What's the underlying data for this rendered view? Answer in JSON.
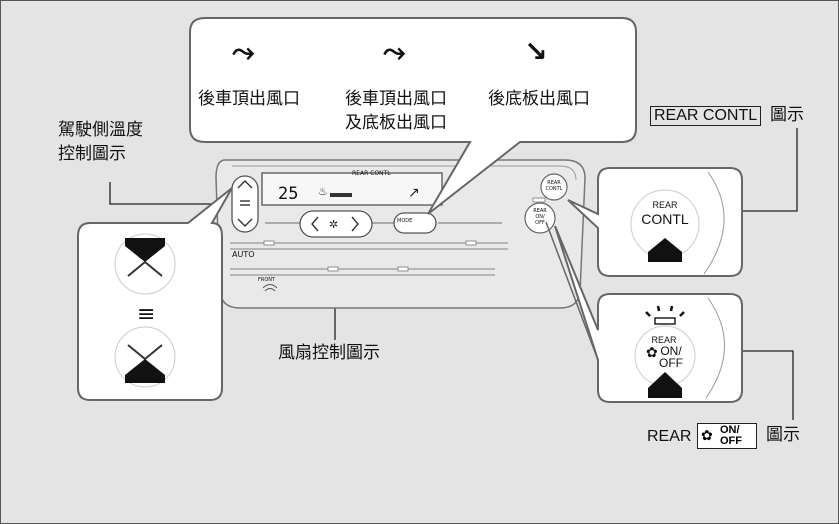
{
  "labels": {
    "driver_temp": [
      "駕駛側溫度",
      "控制圖示"
    ],
    "vent_top": "後車頂出風口",
    "vent_top_floor": [
      "後車頂出風口",
      "及底板出風口"
    ],
    "vent_floor": "後底板出風口",
    "rear_contl_key": "REAR CONTL",
    "icon_suffix": "圖示",
    "fan_control": "風扇控制圖示",
    "rear_onoff_prefix": "REAR",
    "rear_onoff_key": [
      "ON/",
      "OFF"
    ]
  },
  "panel": {
    "display_temp": "25",
    "display_caption": "REAR CONTL",
    "auto_label": "AUTO",
    "front_label": "FRONT",
    "mode_label": "MODE",
    "rear_contl_button": [
      "REAR",
      "CONTL"
    ],
    "rear_onoff_button": [
      "REAR",
      "ON/",
      "OFF"
    ]
  },
  "callouts": {
    "rear_contl": [
      "REAR",
      "CONTL"
    ],
    "rear_onoff": [
      "REAR",
      "ON/",
      "OFF"
    ],
    "temp_symbol": "≡"
  }
}
